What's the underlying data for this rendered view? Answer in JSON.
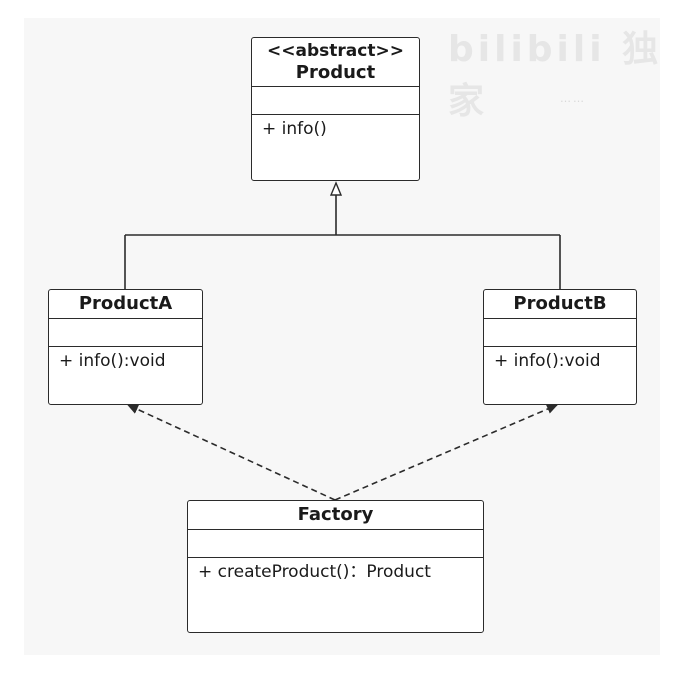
{
  "diagram": {
    "classes": {
      "product": {
        "stereotype": "<<abstract>>",
        "name": "Product",
        "operation": "+ info()"
      },
      "product_a": {
        "name": "ProductA",
        "operation": "+ info():void"
      },
      "product_b": {
        "name": "ProductB",
        "operation": "+ info():void"
      },
      "factory": {
        "name": "Factory",
        "operation": "+ createProduct()：Product"
      }
    },
    "relations": [
      {
        "type": "generalization",
        "from": "ProductA",
        "to": "Product"
      },
      {
        "type": "generalization",
        "from": "ProductB",
        "to": "Product"
      },
      {
        "type": "dependency",
        "from": "Factory",
        "to": "ProductA"
      },
      {
        "type": "dependency",
        "from": "Factory",
        "to": "ProductB"
      }
    ]
  },
  "watermark": {
    "text": "bilibili 独家",
    "sub": "……"
  },
  "colors": {
    "line": "#2b2b2b",
    "box_fill": "#ffffff",
    "background": "#f7f7f7"
  }
}
